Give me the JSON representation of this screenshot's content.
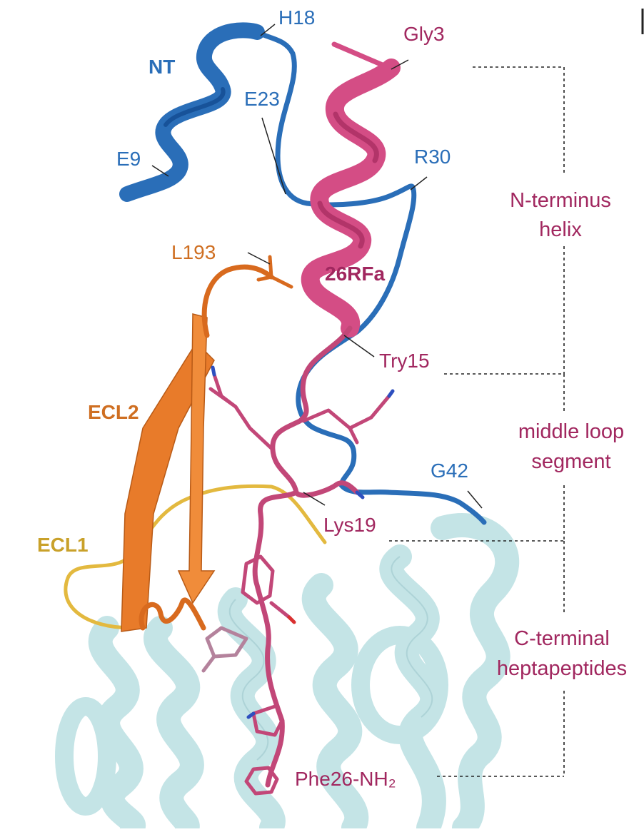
{
  "colors": {
    "receptor": "#bfe2e4",
    "receptor_edge": "#a4ccd0",
    "nt": "#2a6eb8",
    "peptide": "#d44d85",
    "peptide_label": "#a1275f",
    "ecl2": "#e87b2a",
    "ecl1": "#e3b93f",
    "ecl1_label": "#c9a12a",
    "ecl2_label": "#cf6f22",
    "leader": "#222222"
  },
  "labels": {
    "nt": "NT",
    "h18": "H18",
    "gly3": "Gly3",
    "e23": "E23",
    "e9": "E9",
    "r30": "R30",
    "l193": "L193",
    "peptide": "26RFa",
    "try15": "Try15",
    "ecl2": "ECL2",
    "ecl1": "ECL1",
    "g42": "G42",
    "lys19": "Lys19",
    "phe26": "Phe26-NH₂"
  },
  "segments": {
    "helix_l1": "N-terminus",
    "helix_l2": "helix",
    "loop_l1": "middle loop",
    "loop_l2": "segment",
    "hepta_l1": "C-terminal",
    "hepta_l2": "heptapeptides"
  }
}
